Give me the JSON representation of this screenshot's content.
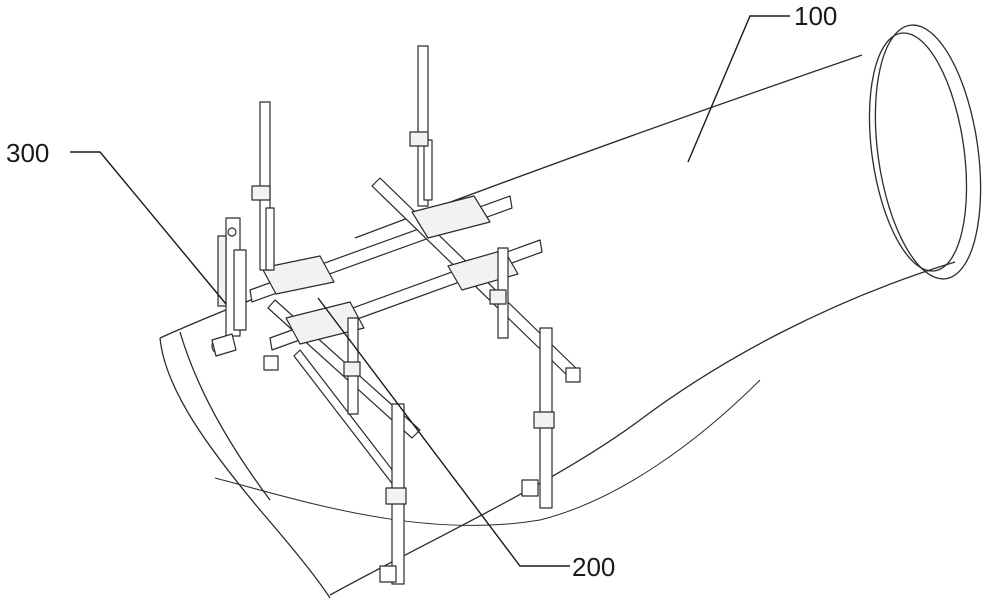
{
  "callouts": {
    "blade": {
      "label": "100"
    },
    "frame": {
      "label": "200"
    },
    "clamp": {
      "label": "300"
    }
  }
}
